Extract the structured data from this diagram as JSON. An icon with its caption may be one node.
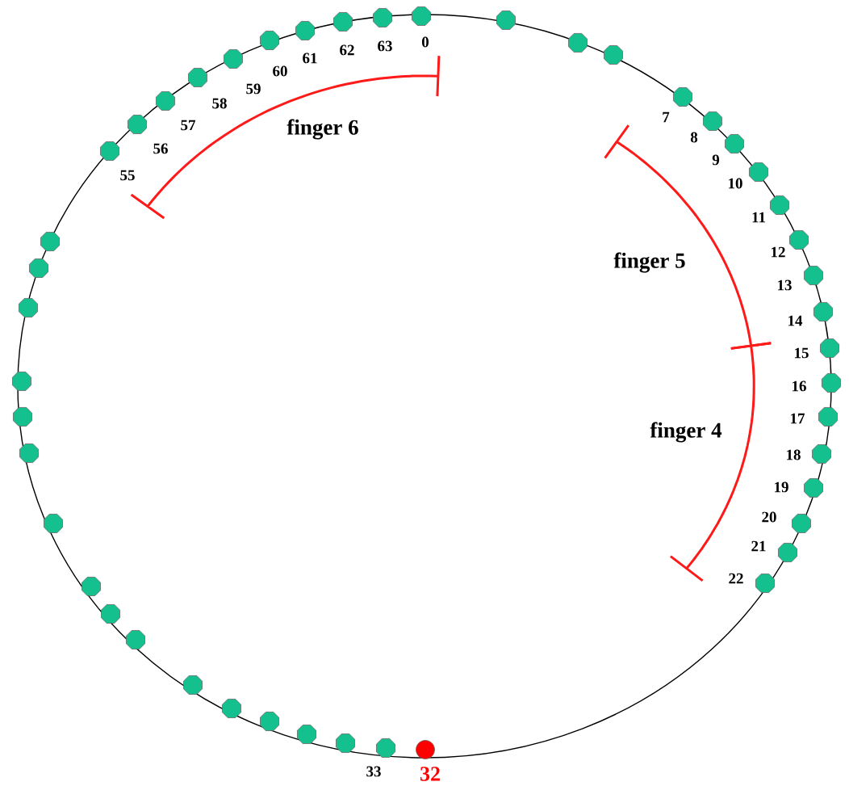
{
  "diagram": {
    "nodes": [
      {
        "text": [],
        "shape": "octagon",
        "beside": [
          "0"
        ]
      },
      {
        "text": [],
        "shape": "octagon"
      },
      {
        "text": [],
        "shape": "octagon"
      },
      {
        "text": [],
        "shape": "octagon"
      },
      {
        "text": [],
        "shape": "octagon",
        "beside": [
          "7"
        ]
      },
      {
        "text": [],
        "shape": "octagon",
        "beside": [
          "8"
        ]
      },
      {
        "text": [],
        "shape": "octagon",
        "beside": [
          "9"
        ]
      },
      {
        "text": [],
        "shape": "octagon",
        "beside": [
          "10"
        ]
      },
      {
        "text": [],
        "shape": "octagon",
        "beside": [
          "11"
        ]
      },
      {
        "text": [],
        "shape": "octagon",
        "beside": [
          "12"
        ]
      },
      {
        "text": [],
        "shape": "octagon",
        "beside": [
          "13"
        ]
      },
      {
        "text": [],
        "shape": "octagon",
        "beside": [
          "14"
        ]
      },
      {
        "text": [],
        "shape": "octagon",
        "beside": [
          "15"
        ]
      },
      {
        "text": [],
        "shape": "octagon",
        "beside": [
          "16"
        ]
      },
      {
        "text": [],
        "shape": "octagon",
        "beside": [
          "17"
        ]
      },
      {
        "text": [],
        "shape": "octagon",
        "beside": [
          "18"
        ]
      },
      {
        "text": [],
        "shape": "octagon",
        "beside": [
          "19"
        ]
      },
      {
        "text": [],
        "shape": "octagon",
        "beside": [
          "20"
        ]
      },
      {
        "text": [],
        "shape": "octagon",
        "beside": [
          "21"
        ]
      },
      {
        "text": [],
        "shape": "octagon",
        "beside": [
          "22"
        ]
      },
      {
        "text": [],
        "shape": "circle",
        "beside": [
          "32"
        ]
      },
      {
        "text": [],
        "shape": "octagon",
        "beside": [
          "33"
        ]
      },
      {
        "text": [],
        "shape": "octagon"
      },
      {
        "text": [],
        "shape": "octagon"
      },
      {
        "text": [],
        "shape": "octagon"
      },
      {
        "text": [],
        "shape": "octagon"
      },
      {
        "text": [],
        "shape": "octagon"
      },
      {
        "text": [],
        "shape": "octagon"
      },
      {
        "text": [],
        "shape": "octagon"
      },
      {
        "text": [],
        "shape": "octagon"
      },
      {
        "text": [],
        "shape": "octagon"
      },
      {
        "text": [],
        "shape": "octagon"
      },
      {
        "text": [],
        "shape": "octagon"
      },
      {
        "text": [],
        "shape": "octagon"
      },
      {
        "text": [],
        "shape": "octagon"
      },
      {
        "text": [],
        "shape": "octagon"
      },
      {
        "text": [],
        "shape": "octagon"
      },
      {
        "text": [],
        "shape": "octagon",
        "beside": [
          "55"
        ]
      },
      {
        "text": [],
        "shape": "octagon",
        "beside": [
          "56"
        ]
      },
      {
        "text": [],
        "shape": "octagon",
        "beside": [
          "57"
        ]
      },
      {
        "text": [],
        "shape": "octagon",
        "beside": [
          "58"
        ]
      },
      {
        "text": [],
        "shape": "octagon",
        "beside": [
          "59"
        ]
      },
      {
        "text": [],
        "shape": "octagon",
        "beside": [
          "60"
        ]
      },
      {
        "text": [],
        "shape": "octagon",
        "beside": [
          "61"
        ]
      },
      {
        "text": [],
        "shape": "octagon",
        "beside": [
          "62"
        ]
      },
      {
        "text": [],
        "shape": "octagon",
        "beside": [
          "63"
        ]
      }
    ],
    "labels": [
      "finger 6",
      "finger 5",
      "finger 4"
    ]
  }
}
